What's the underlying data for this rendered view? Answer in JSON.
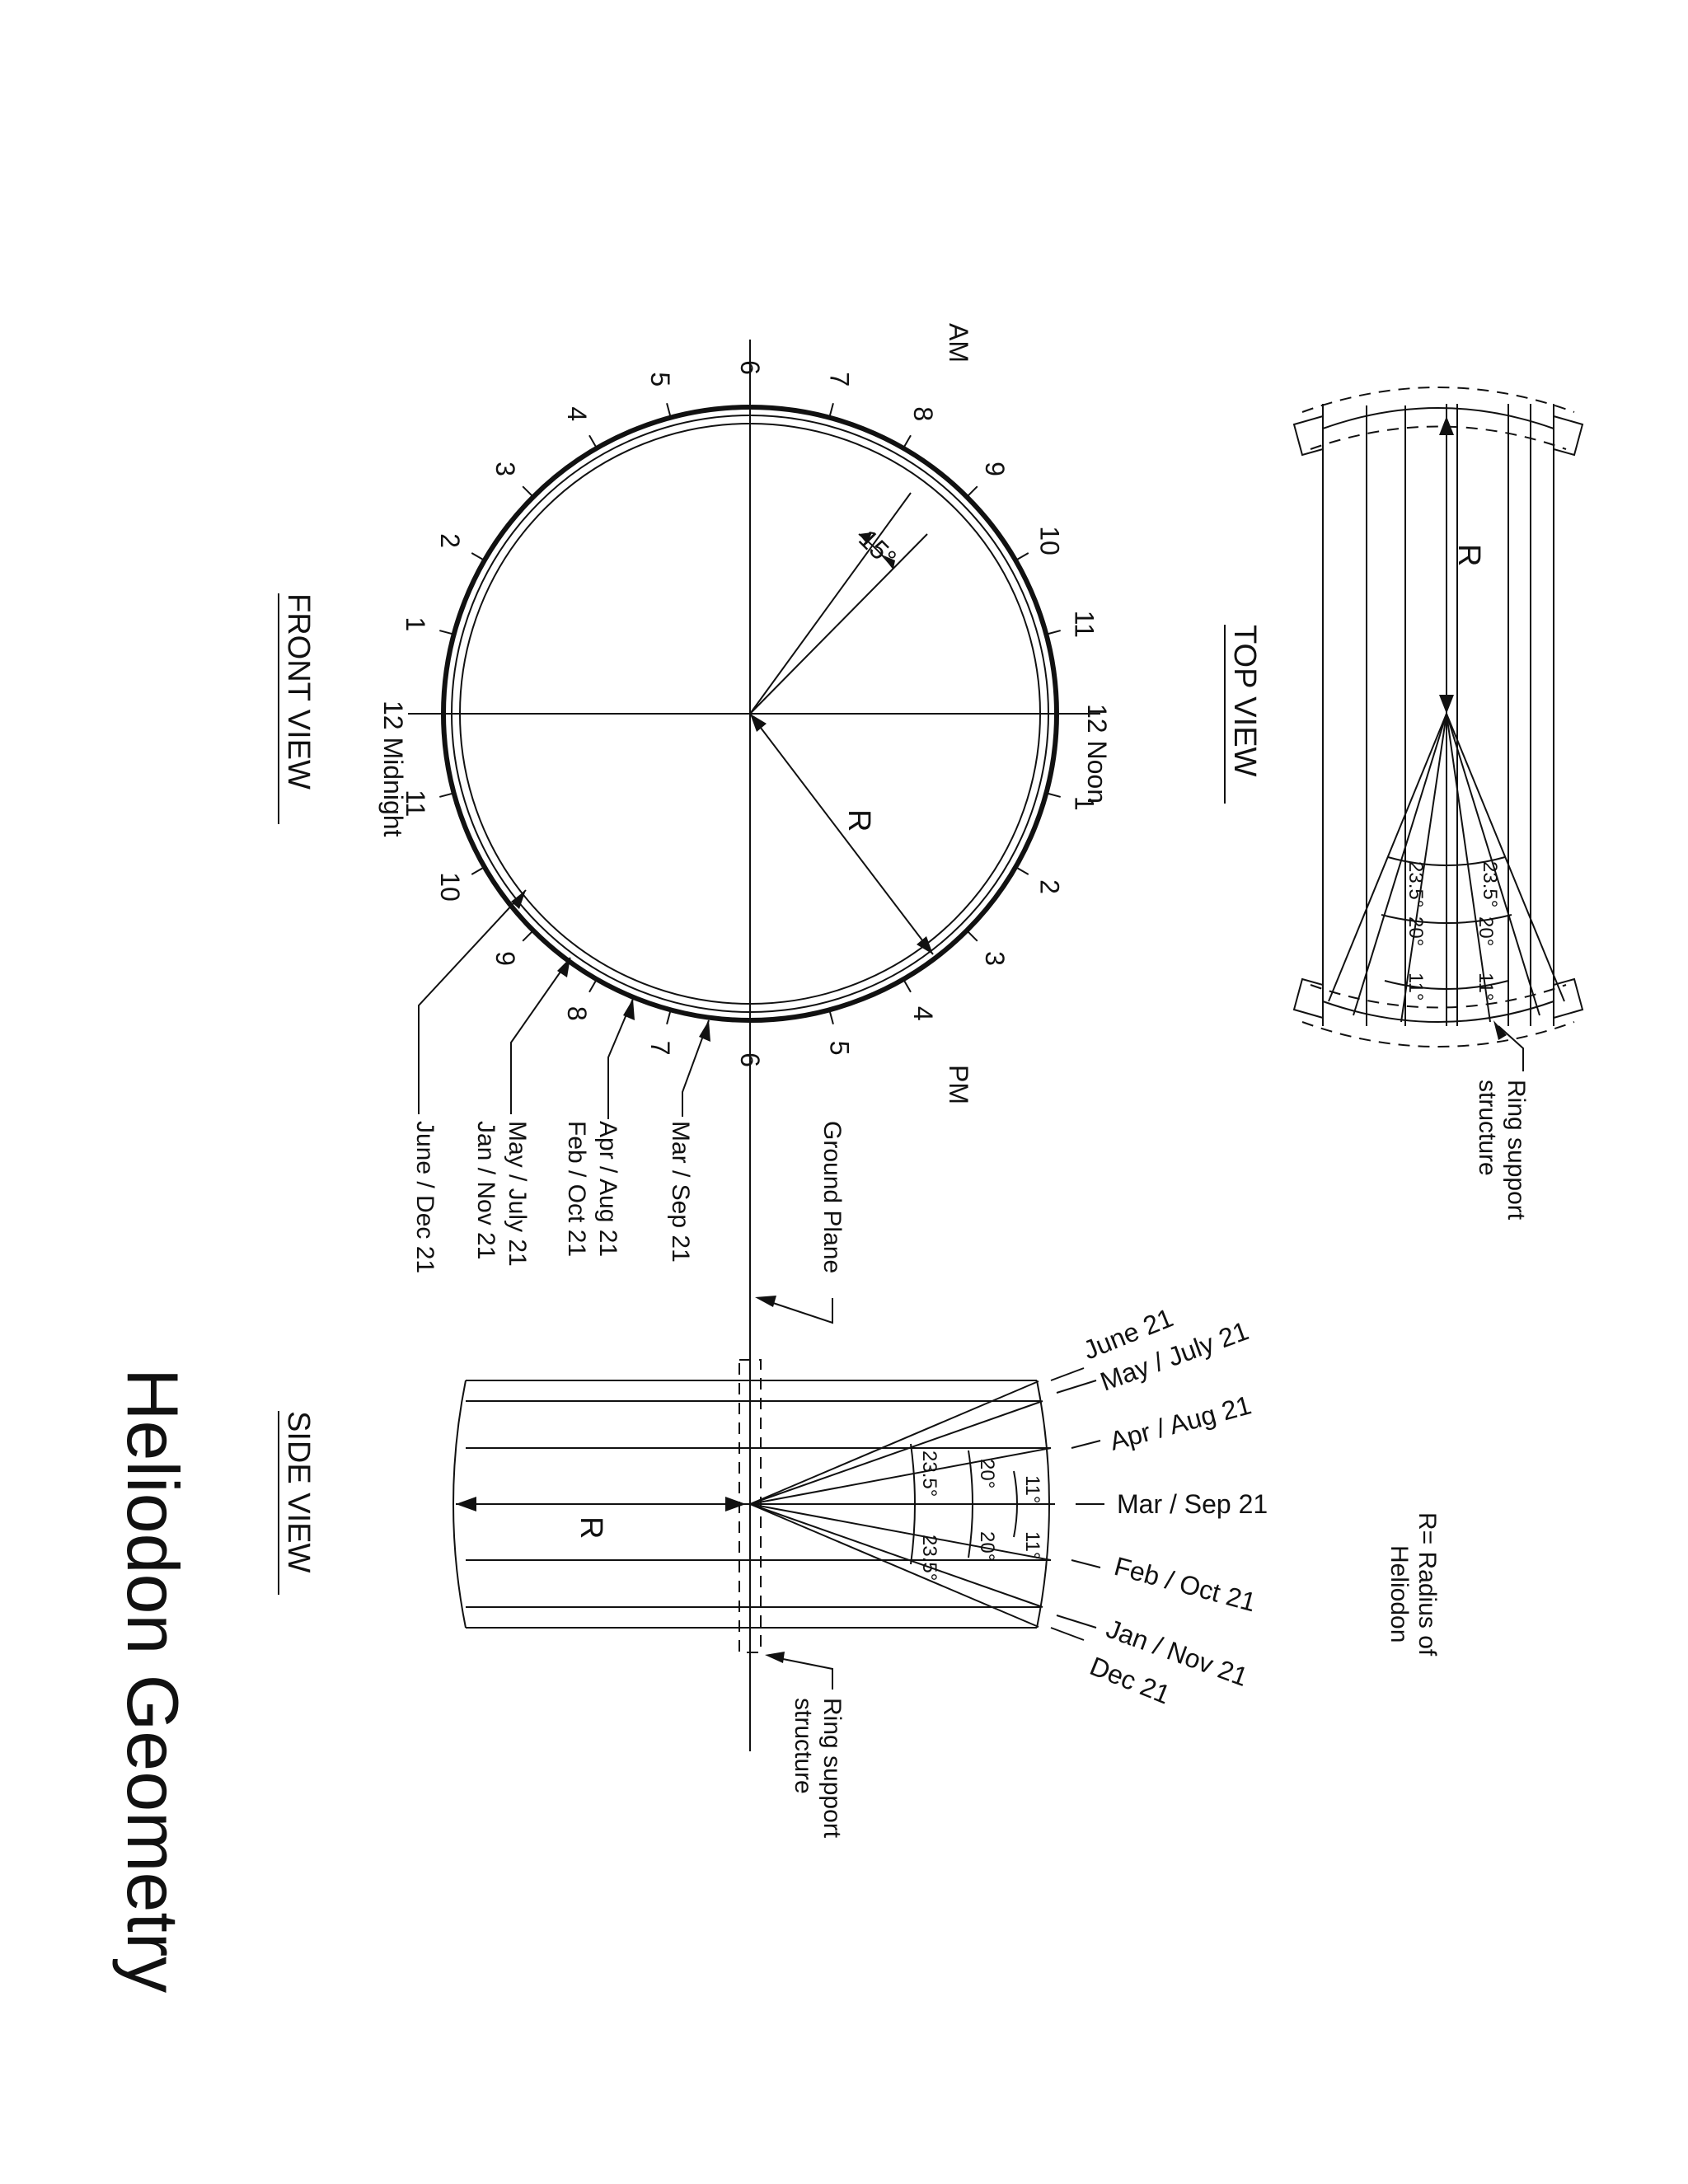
{
  "title": "Heliodon Geometry",
  "views": {
    "front": "FRONT VIEW",
    "top": "TOP VIEW",
    "side": "SIDE VIEW"
  },
  "front_view": {
    "am": "AM",
    "pm": "PM",
    "noon": "12 Noon",
    "midnight": "12 Midnight",
    "am_hours": [
      "5",
      "7",
      "8",
      "9",
      "10",
      "11"
    ],
    "pm_hours": [
      "1",
      "2",
      "3",
      "4",
      "5",
      "7",
      "8",
      "9",
      "10",
      "11"
    ],
    "six_am": "6",
    "six_pm": "6",
    "night_hours_left": [
      "5",
      "4",
      "3",
      "2",
      "1"
    ],
    "angle": "15°",
    "radius": "R",
    "date_paths": [
      "Mar / Sep 21",
      "Apr / Aug 21",
      "Feb / Oct 21",
      "May / July 21",
      "Jan / Nov 21",
      "June / Dec 21"
    ],
    "ground_plane": "Ground Plane"
  },
  "top_view": {
    "radius": "R",
    "angles": [
      "23.5°",
      "23.5°",
      "20°",
      "20°",
      "11°",
      "11°"
    ],
    "ring_support_line1": "Ring support",
    "ring_support_line2": "structure"
  },
  "side_view": {
    "radius": "R",
    "dates": [
      "June 21",
      "May / July 21",
      "Apr / Aug 21",
      "Mar / Sep 21",
      "Feb / Oct 21",
      "Jan / Nov 21",
      "Dec 21"
    ],
    "angles": [
      "23.5°",
      "20°",
      "11°",
      "11°",
      "20°",
      "23.5°"
    ],
    "ring_support_line1": "Ring support",
    "ring_support_line2": "structure"
  },
  "legend": {
    "line1": "R= Radius of",
    "line2": "Heliodon"
  }
}
